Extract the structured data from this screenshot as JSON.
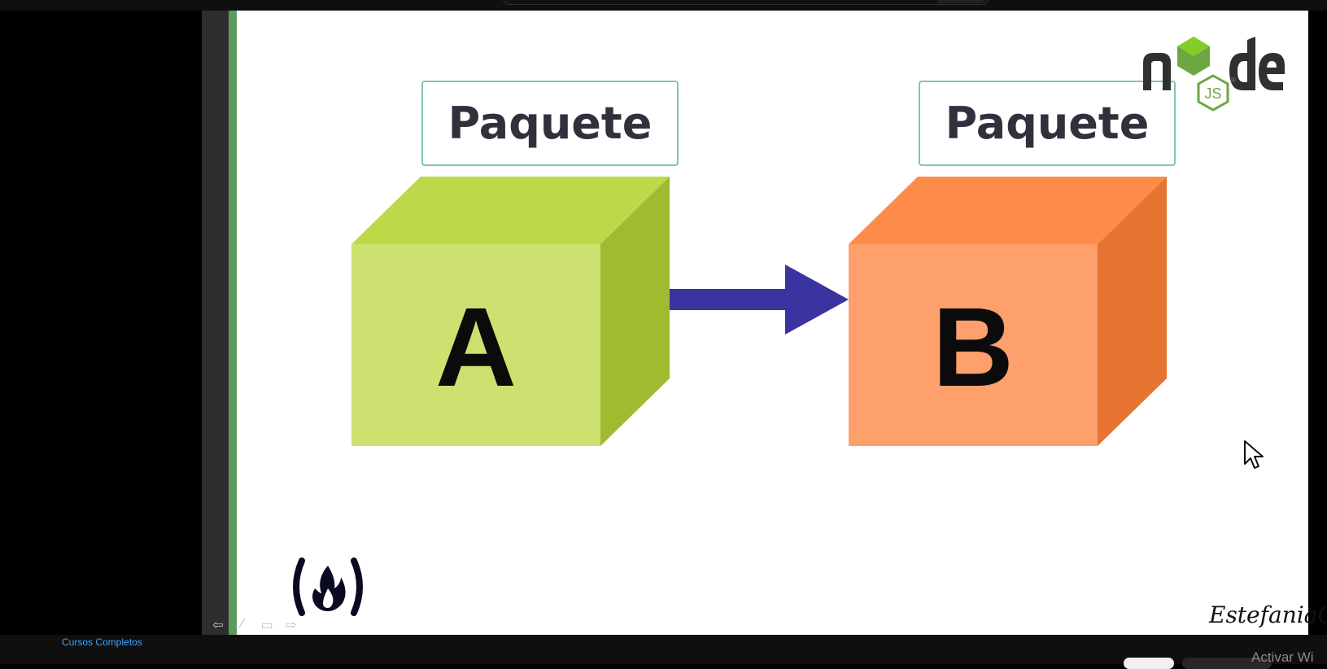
{
  "slide": {
    "label_left": "Paquete",
    "label_right": "Paquete",
    "cube_left_letter": "A",
    "cube_right_letter": "B",
    "node_logo_word": "node",
    "node_logo_badge": "JS",
    "signature": "EstefaniaCN"
  },
  "colors": {
    "green_top": "#bcd94a",
    "green_front": "#cce16f",
    "green_side": "#a0bb2f",
    "orange_top": "#fd8c4a",
    "orange_front": "#fda06b",
    "orange_side": "#e67531",
    "arrow": "#3a34a0",
    "label_border": "#7ec4bd",
    "node_green": "#6ca743"
  },
  "icons": {
    "fcc_logo": "freecodecamp-flame-icon",
    "cursor": "mouse-pointer-icon",
    "controls": [
      "back-arrow-icon",
      "pen-icon",
      "screen-icon",
      "forward-arrow-icon"
    ]
  },
  "bottom": {
    "playlist": "Cursos Completos",
    "windows_watermark": "Activar Wi"
  }
}
